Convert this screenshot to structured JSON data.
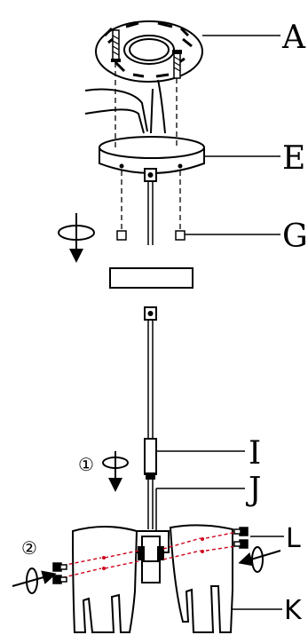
{
  "labels": {
    "a": "A",
    "e": "E",
    "g": "G",
    "i": "I",
    "j": "J",
    "k": "K",
    "l": "L"
  },
  "steps": {
    "one": "①",
    "two": "②"
  },
  "colors": {
    "line": "#000000",
    "screw_line": "#d0021b"
  }
}
